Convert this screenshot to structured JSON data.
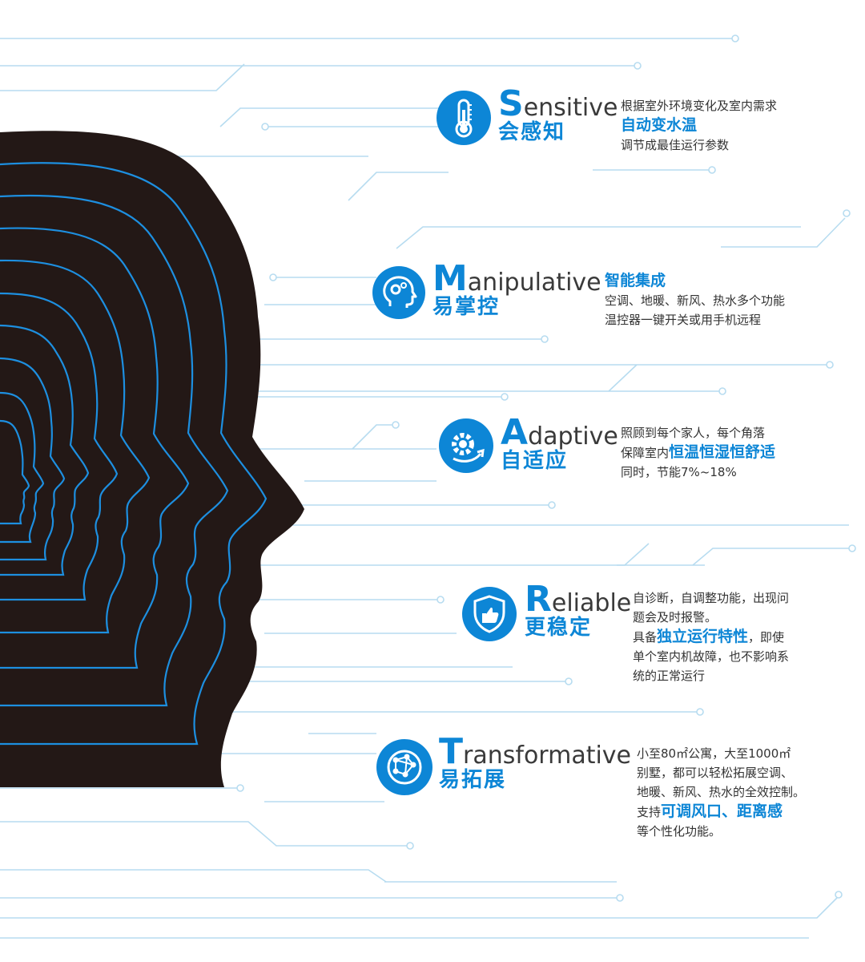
{
  "colors": {
    "accent": "#0d86d6",
    "head": "#231816",
    "circuit": "#b7dcf0"
  },
  "features": [
    {
      "id": "sensitive",
      "icon": "thermometer-icon",
      "title_first": "S",
      "title_rest": "ensitive",
      "title_cn": "会感知",
      "lines": [
        {
          "pre": "根据室外环境变化及室内需求",
          "hl": "",
          "post": ""
        },
        {
          "pre": "",
          "hl": "自动变水温",
          "post": ""
        },
        {
          "pre": "调节成最佳运行参数",
          "hl": "",
          "post": ""
        }
      ]
    },
    {
      "id": "manipulative",
      "icon": "head-gears-icon",
      "title_first": "M",
      "title_rest": "anipulative",
      "title_cn": "易掌控",
      "lines": [
        {
          "pre": "",
          "hl": "智能集成",
          "post": ""
        },
        {
          "pre": "空调、地暖、新风、热水多个功能",
          "hl": "",
          "post": ""
        },
        {
          "pre": "温控器一键开关或用手机远程",
          "hl": "",
          "post": ""
        }
      ]
    },
    {
      "id": "adaptive",
      "icon": "gear-arrow-icon",
      "title_first": "A",
      "title_rest": "daptive",
      "title_cn": "自适应",
      "lines": [
        {
          "pre": "照顾到每个家人，每个角落",
          "hl": "",
          "post": ""
        },
        {
          "pre": "保障室内",
          "hl": "恒温恒湿恒舒适",
          "post": ""
        },
        {
          "pre": "同时，节能7%~18%",
          "hl": "",
          "post": ""
        }
      ]
    },
    {
      "id": "reliable",
      "icon": "shield-thumb-icon",
      "title_first": "R",
      "title_rest": "eliable",
      "title_cn": "更稳定",
      "lines": [
        {
          "pre": "自诊断，自调整功能，出现问",
          "hl": "",
          "post": ""
        },
        {
          "pre": "题会及时报警。",
          "hl": "",
          "post": ""
        },
        {
          "pre": "具备",
          "hl": "独立运行特性",
          "post": "，即使"
        },
        {
          "pre": "单个室内机故障，也不影响系",
          "hl": "",
          "post": ""
        },
        {
          "pre": "统的正常运行",
          "hl": "",
          "post": ""
        }
      ]
    },
    {
      "id": "transformative",
      "icon": "network-globe-icon",
      "title_first": "T",
      "title_rest": "ransformative",
      "title_cn": "易拓展",
      "lines": [
        {
          "pre": "小至80㎡公寓，大至1000㎡",
          "hl": "",
          "post": ""
        },
        {
          "pre": "别墅，都可以轻松拓展空调、",
          "hl": "",
          "post": ""
        },
        {
          "pre": "地暖、新风、热水的全效控制。",
          "hl": "",
          "post": ""
        },
        {
          "pre": "支持",
          "hl": "可调风口、距离感",
          "post": ""
        },
        {
          "pre": "等个性化功能。",
          "hl": "",
          "post": ""
        }
      ]
    }
  ]
}
